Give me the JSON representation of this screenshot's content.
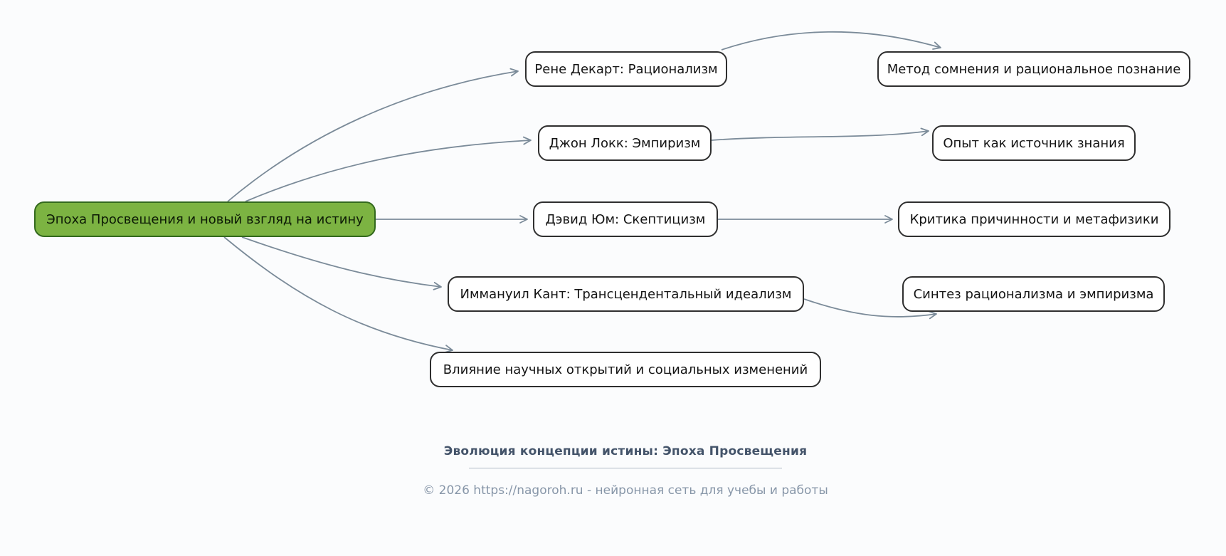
{
  "mindmap": {
    "root": {
      "label": "Эпоха Просвещения и новый взгляд на истину"
    },
    "branches": [
      {
        "label": "Рене Декарт: Рационализм",
        "child": "Метод сомнения и рациональное познание"
      },
      {
        "label": "Джон Локк: Эмпиризм",
        "child": "Опыт как источник знания"
      },
      {
        "label": "Дэвид Юм: Скептицизм",
        "child": "Критика причинности и метафизики"
      },
      {
        "label": "Иммануил Кант: Трансцендентальный идеализм",
        "child": "Синтез рационализма и эмпиризма"
      },
      {
        "label": "Влияние научных открытий и социальных изменений",
        "child": null
      }
    ]
  },
  "footer": {
    "title": "Эволюция концепции истины: Эпоха Просвещения",
    "copyright": "© 2026 https://nagoroh.ru - нейронная сеть для учебы и работы"
  },
  "colors": {
    "page_bg": "#fbfcfd",
    "root_bg": "#7cb342",
    "root_border": "#33691e",
    "node_bg": "#ffffff",
    "node_border": "#2f2f2f",
    "edge": "#7b8b99",
    "divider": "#b0bac5",
    "footer_title": "#44546a",
    "footer_copyright": "#8796a8"
  }
}
